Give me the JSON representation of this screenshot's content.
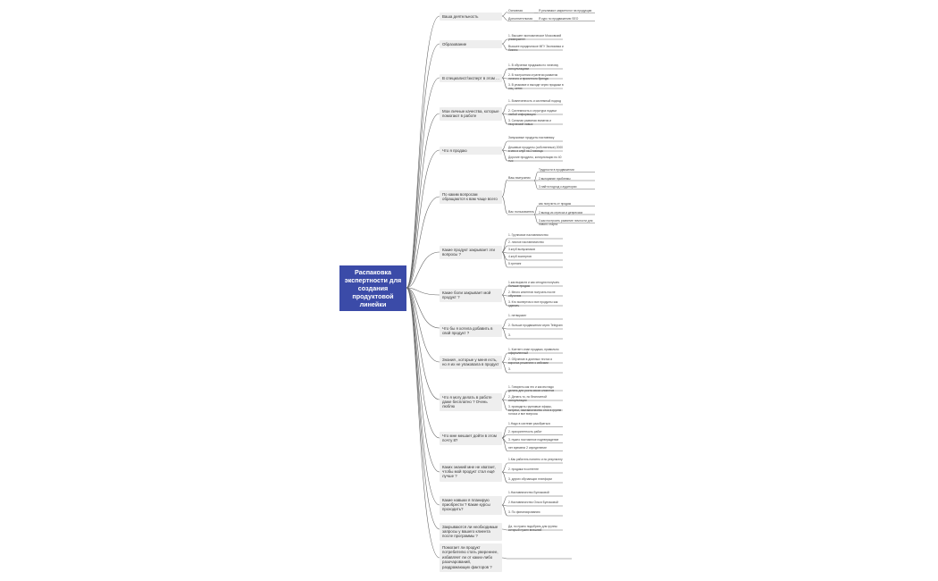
{
  "root": "Распаковка экспертности для создания продуктовой линейки",
  "topics": [
    {
      "label": "Ваша деятельность",
      "children": [
        {
          "label": "Основная",
          "children": [
            "Я рекламист-маркетолог на продукции"
          ]
        },
        {
          "label": "Дополнительная",
          "children": [
            "Я курс по продвижению SEO"
          ]
        }
      ]
    },
    {
      "label": "Образование",
      "children": [
        {
          "label": "1. Высшее экономическое Московский университет",
          "children": []
        },
        {
          "label": "Высшее юридическое МГУ Экономика и бизнес",
          "children": []
        }
      ]
    },
    {
      "label": "В специалист/эксперт в этом ...",
      "children": [
        {
          "label": "1. В обучении продажам по личному консультациям",
          "children": []
        },
        {
          "label": "2. В построении стратегии развития личного и проектного бренда",
          "children": []
        },
        {
          "label": "3. В упаковке и выходе через продажи в соц. сетях",
          "children": []
        }
      ]
    },
    {
      "label": "Мои личные качества, которые помогают в работе",
      "children": [
        {
          "label": "1. Вовлеченность и системный подход",
          "children": []
        },
        {
          "label": "2. Системность и структура подачи любой информации",
          "children": []
        },
        {
          "label": "3. Сильная развитая эмпатия и творческий навык",
          "children": []
        }
      ]
    },
    {
      "label": "Что я продаю",
      "children": [
        {
          "label": "Запусковые продукты наставнику",
          "children": []
        },
        {
          "label": "Дешевые продукты (собственные) 2000 в мес и клуб на 2 месяца",
          "children": []
        },
        {
          "label": "Дорогие продукты, консультации по 40 тыс",
          "children": []
        }
      ]
    },
    {
      "label": "По каким вопросам обращаются к вам чаще всего",
      "children": [
        {
          "label": "Ваш выпускник",
          "children": [
            "Трудности в продвижении",
            "2.выгорание проблемы",
            "3.найти подход к аудитории"
          ]
        },
        {
          "label": "Вас пользователь",
          "children": [
            "как получить от продаж",
            "2.выход из стресса и депрессии",
            "3.как построить развитие личности для нового старта"
          ]
        }
      ]
    },
    {
      "label": "Какие продукт закрывает эти вопросы ?",
      "children": [
        {
          "label": "1. Групповое наставничество",
          "children": []
        },
        {
          "label": "2. личное наставничество",
          "children": []
        },
        {
          "label": "3.клуб выпускников",
          "children": []
        },
        {
          "label": "4.клуб экспертов",
          "children": []
        },
        {
          "label": "5.тренинг",
          "children": []
        }
      ]
    },
    {
      "label": "Какие боли закрывает мой продукт ?",
      "children": [
        {
          "label": "1.как вырасти и как сегодня получать больше продаж",
          "children": []
        },
        {
          "label": "2. Много клиентов получать после обучения",
          "children": []
        },
        {
          "label": "3. Кто экспертом и все продукты как сделать",
          "children": []
        }
      ]
    },
    {
      "label": "Что бы я хотела добавить в свой продукт ?",
      "children": [
        {
          "label": "1. нетворкинг",
          "children": []
        },
        {
          "label": "2. больше продвижения через Telegram",
          "children": []
        },
        {
          "label": "3.",
          "children": []
        }
      ]
    },
    {
      "label": "Знания , которые у меня есть, но я их не упаковала в продукт",
      "children": [
        {
          "label": "1. Контент-план продажи, правильно оформленный",
          "children": []
        },
        {
          "label": "2. Обучение в длинных тестах и воронка решениях с кейсами",
          "children": []
        },
        {
          "label": "3.",
          "children": []
        }
      ]
    },
    {
      "label": "Что я могу делать в работе даже бесплатно ? Очень люблю",
      "children": [
        {
          "label": "1. Говорить как это и как им надо делать для роста своих клиентов",
          "children": []
        },
        {
          "label": "2. Делать то, по бесплатной консультации",
          "children": []
        },
        {
          "label": "3. проводить групповые эфиры, встречи, наставничество стоя в группе голоса и все вопросы",
          "children": []
        }
      ]
    },
    {
      "label": "Что мне мешает дойти в этом почту 8?",
      "children": [
        {
          "label": "1.Надо в системе разобраться",
          "children": []
        },
        {
          "label": "2. приоритетность работ",
          "children": []
        },
        {
          "label": "3. нужно постоянное подтверждение",
          "children": []
        },
        {
          "label": "нет времени 2 определение",
          "children": []
        }
      ]
    },
    {
      "label": "Каких знаний мне не хватает, чтобы мой продукт стал ещё лучше ?",
      "children": [
        {
          "label": "1.Как работать понятно и по результату",
          "children": []
        },
        {
          "label": "2. продажи в контенте",
          "children": []
        },
        {
          "label": "3. других обучающих платформ",
          "children": []
        }
      ]
    },
    {
      "label": "Какие навыки я планирую приобрести ? Какие курсы проходить?",
      "children": [
        {
          "label": "1.Наставничество Булгаковой",
          "children": []
        },
        {
          "label": "2.Наставничество Ольги Булгаковой",
          "children": []
        },
        {
          "label": "3. По финансированию",
          "children": []
        }
      ]
    },
    {
      "label": "Закрываются ли необходимые запросы у вашего клиента после программы ?",
      "children": [
        {
          "label": "Да, но нужно подобрать для группы который нужен внешний",
          "children": []
        }
      ]
    },
    {
      "label": "Помогает ли продукт потребителю стать увереннее, избавляет ли от каких-либо разочарований, раздражающих факторов ?",
      "children": [
        {
          "label": "",
          "children": []
        }
      ]
    }
  ]
}
